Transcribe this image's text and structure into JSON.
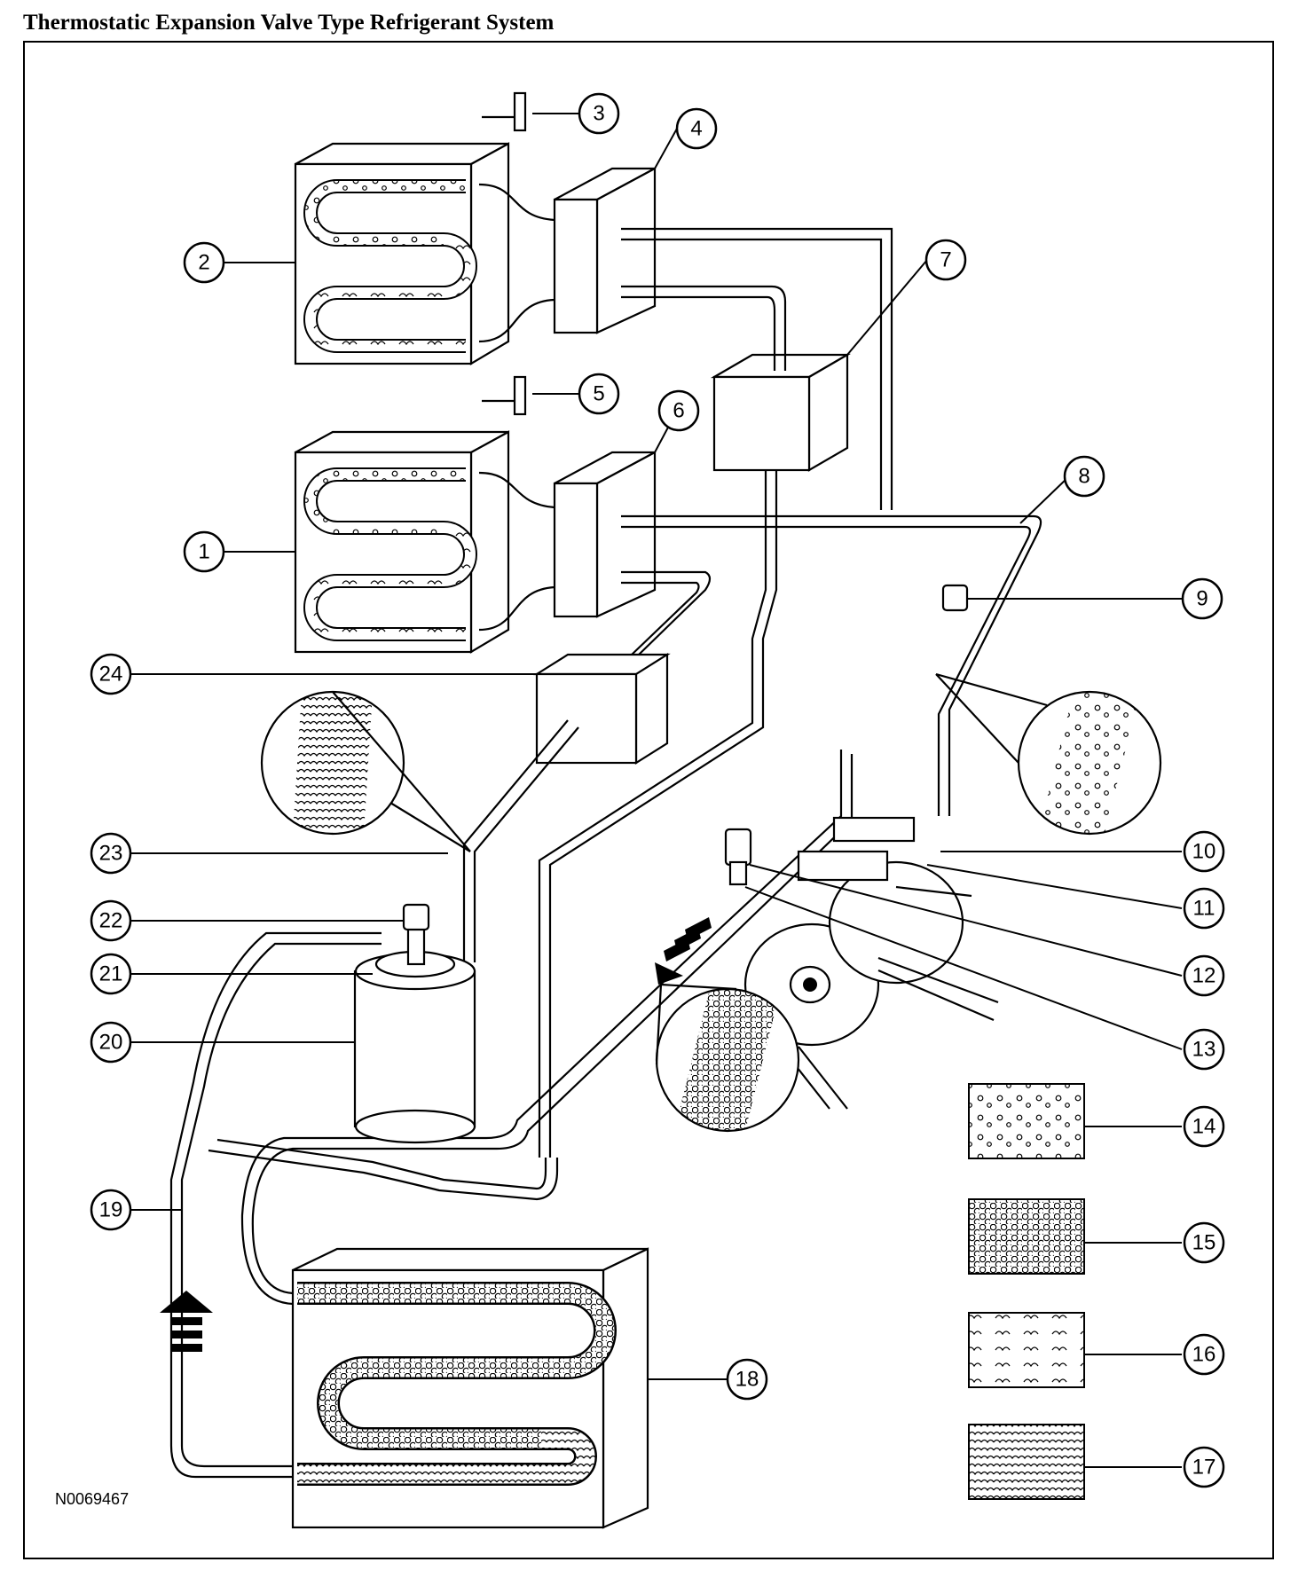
{
  "title": "Thermostatic Expansion Valve Type Refrigerant System",
  "figure_id": "N0069467",
  "callouts": [
    "1",
    "2",
    "3",
    "4",
    "5",
    "6",
    "7",
    "8",
    "9",
    "10",
    "11",
    "12",
    "13",
    "14",
    "15",
    "16",
    "17",
    "18",
    "19",
    "20",
    "21",
    "22",
    "23",
    "24"
  ],
  "colors": {
    "line": "#000000",
    "background": "#ffffff"
  }
}
